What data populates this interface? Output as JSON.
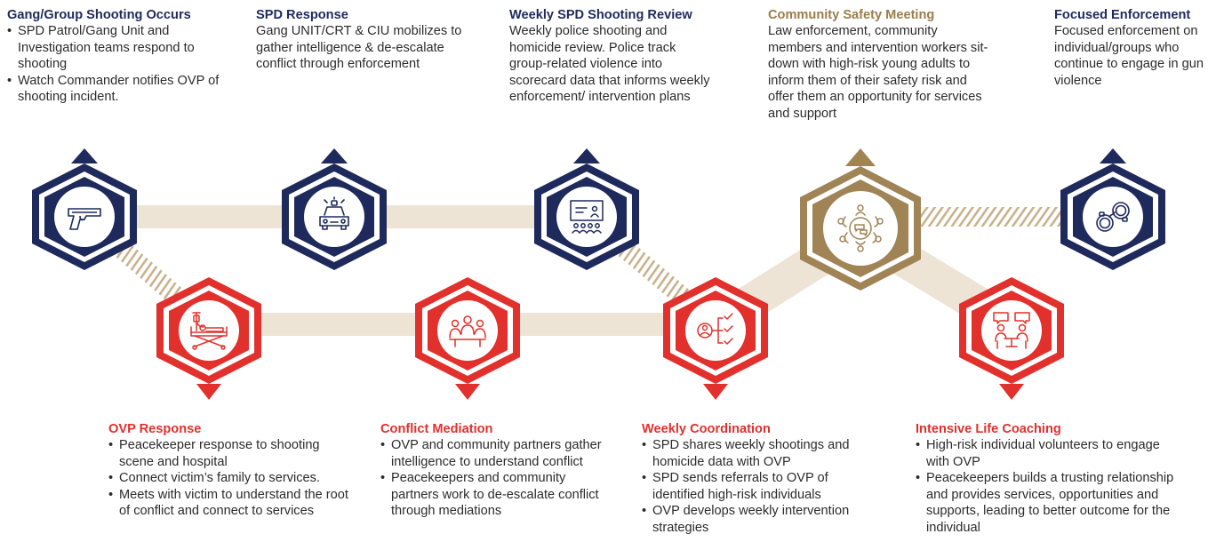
{
  "colors": {
    "navy": "#1f2a5c",
    "gold": "#a08456",
    "red": "#e2302c",
    "path": "#ede4d6",
    "hatch": "#c9b28e"
  },
  "top_steps": [
    {
      "title": "Gang/Group Shooting Occurs",
      "bullets": [
        "SPD Patrol/Gang Unit and Investigation teams respond to shooting",
        "Watch Commander notifies OVP of shooting incident."
      ],
      "icon": "gun-icon",
      "color": "navy"
    },
    {
      "title": "SPD Response",
      "body": "Gang UNIT/CRT & CIU mobilizes to gather intelligence & de-escalate conflict through enforcement",
      "icon": "police-car-icon",
      "color": "navy"
    },
    {
      "title": "Weekly SPD Shooting Review",
      "body": "Weekly police shooting and homicide review. Police track group-related violence into scorecard data that informs weekly enforcement/ intervention plans",
      "icon": "presentation-icon",
      "color": "navy"
    },
    {
      "title": "Community Safety Meeting",
      "body": "Law enforcement, community members and intervention workers sit-down with high-risk young adults to inform them of their safety risk and offer them an opportunity for services and support",
      "icon": "round-table-meeting-icon",
      "color": "gold"
    },
    {
      "title": "Focused Enforcement",
      "body": "Focused enforcement on individual/groups who continue to engage in gun violence",
      "icon": "handcuffs-icon",
      "color": "navy"
    }
  ],
  "bottom_steps": [
    {
      "title": "OVP Response",
      "bullets": [
        "Peacekeeper response to shooting scene and hospital",
        "Connect victim’s family to services.",
        "Meets with victim to understand the root of conflict and connect to services"
      ],
      "icon": "hospital-bed-icon",
      "color": "red"
    },
    {
      "title": "Conflict Mediation",
      "bullets": [
        "OVP and community partners gather intelligence to understand conflict",
        "Peacekeepers and community partners work to de-escalate conflict through mediations"
      ],
      "icon": "group-meeting-icon",
      "color": "red"
    },
    {
      "title": "Weekly Coordination",
      "bullets": [
        "SPD shares weekly shootings and homicide data with OVP",
        "SPD sends referrals to OVP of identified high-risk individuals",
        "OVP develops weekly intervention strategies"
      ],
      "icon": "referral-network-icon",
      "color": "red"
    },
    {
      "title": "Intensive Life Coaching",
      "bullets": [
        "High-risk individual volunteers to engage with OVP",
        "Peacekeepers builds a trusting relationship and provides services, opportunities and supports, leading to better outcome for the individual"
      ],
      "icon": "coaching-conversation-icon",
      "color": "red"
    }
  ]
}
